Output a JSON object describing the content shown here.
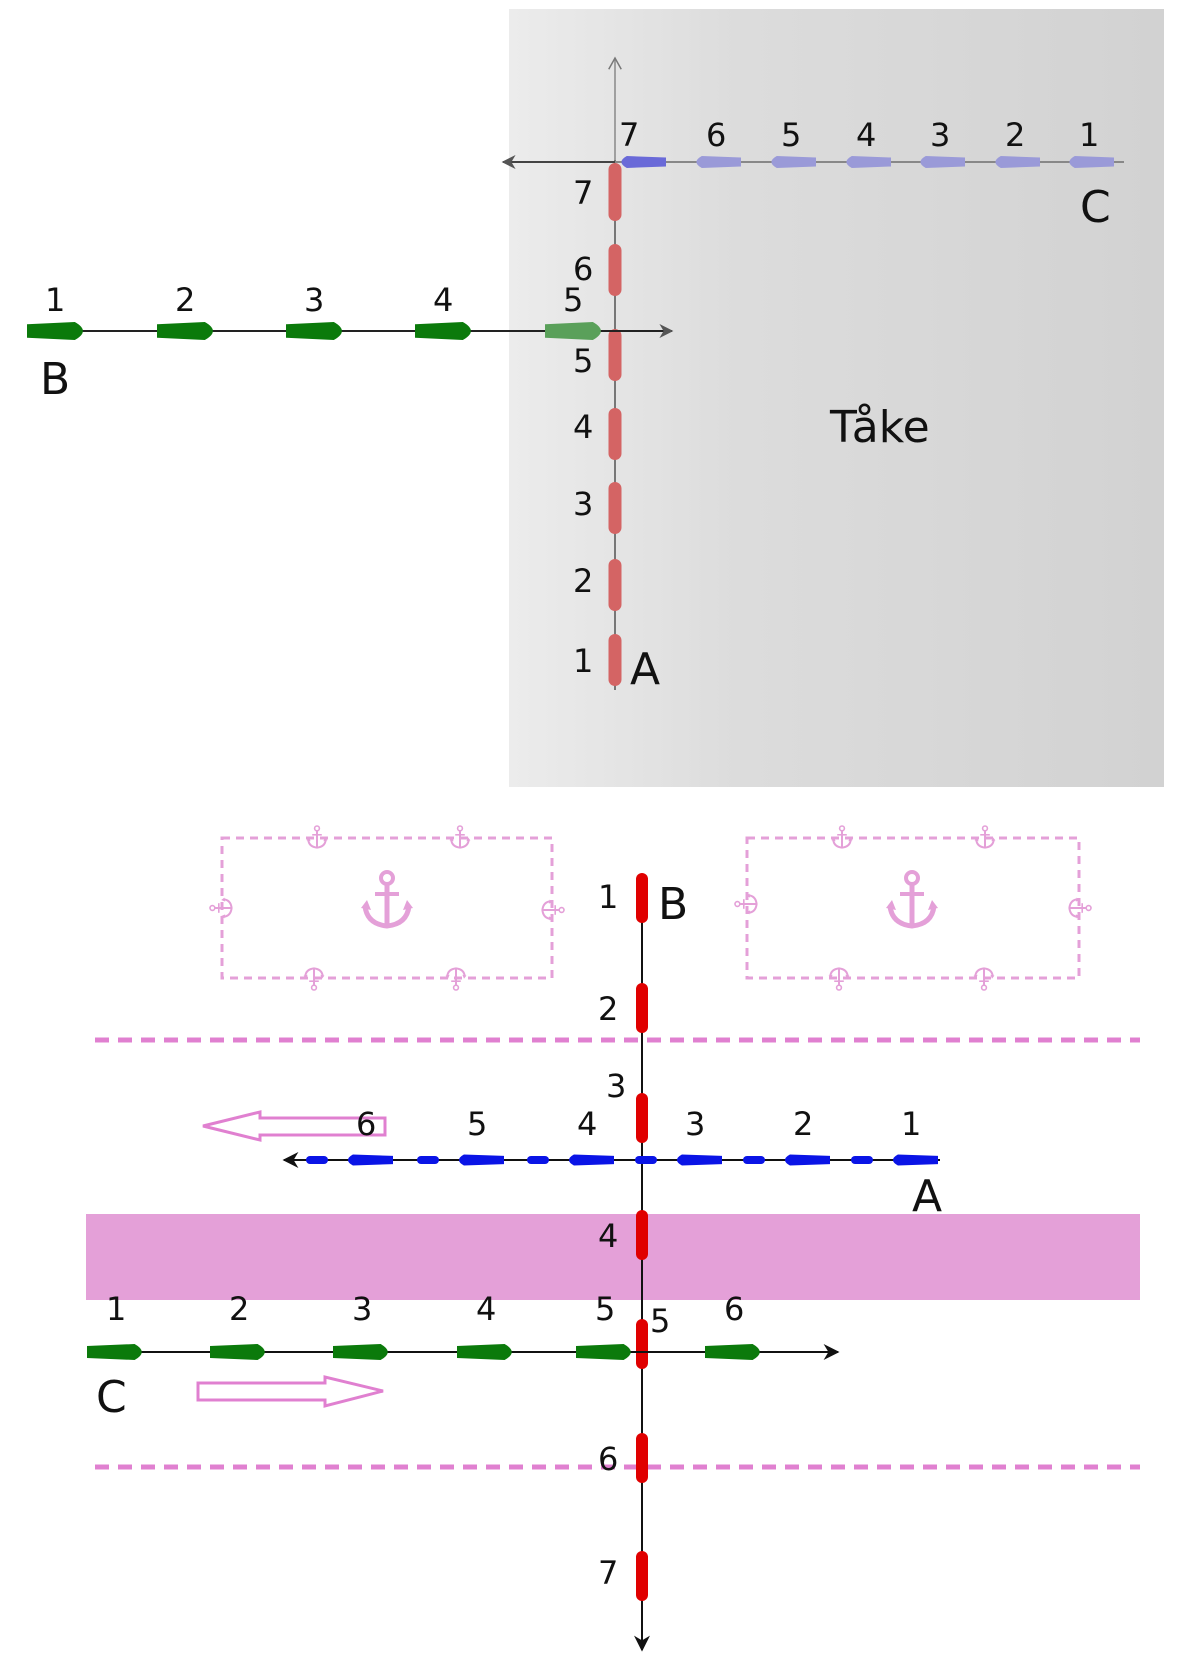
{
  "fog_label": "Tåke",
  "colors": {
    "fog_light": "#ececec",
    "fog_dark": "#d4d4d4",
    "green_ship": "#0b7a0b",
    "green_ship_faded": "#5aa05a",
    "red_ship_faded": "#d46464",
    "blue_ship_faded": "#9a9ad8",
    "blue_ship_lead": "#6a6ad8",
    "red_ship": "#e00000",
    "blue_ship": "#0a14e6",
    "pink": "#e4a0d8",
    "pink_line": "#e080d0"
  },
  "top": {
    "red_line": {
      "label": "A",
      "numbers": [
        "1",
        "2",
        "3",
        "4",
        "5",
        "6",
        "7"
      ]
    },
    "green_line": {
      "label": "B",
      "numbers": [
        "1",
        "2",
        "3",
        "4",
        "5"
      ]
    },
    "blue_line": {
      "label": "C",
      "numbers": [
        "7",
        "6",
        "5",
        "4",
        "3",
        "2",
        "1"
      ]
    }
  },
  "bottom": {
    "red_line": {
      "label": "B",
      "numbers": [
        "1",
        "2",
        "3",
        "4",
        "5",
        "6",
        "7"
      ]
    },
    "blue_line": {
      "label": "A",
      "numbers": [
        "6",
        "5",
        "4",
        "3",
        "2",
        "1"
      ]
    },
    "green_line": {
      "label": "C",
      "numbers": [
        "1",
        "2",
        "3",
        "4",
        "5",
        "6"
      ]
    },
    "anchor_icons": [
      "anchor-icon",
      "anchor-icon"
    ]
  }
}
